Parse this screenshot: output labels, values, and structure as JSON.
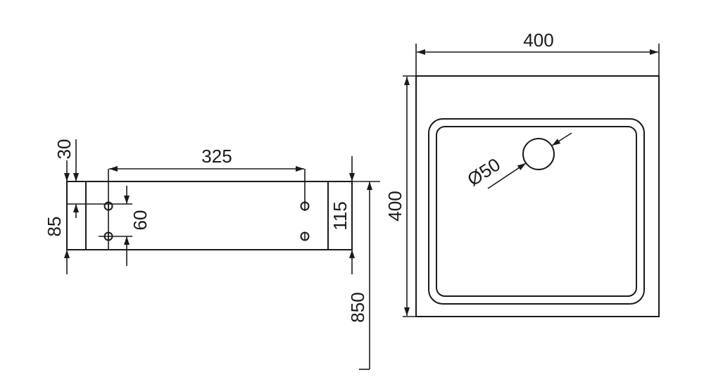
{
  "dimensions": {
    "top_offset": "30",
    "slot_spacing": "325",
    "side_height": "85",
    "slot_height": "60",
    "front_height": "115",
    "install_height": "850",
    "top_width": "400",
    "top_depth": "400",
    "drain_diameter": "Ø50"
  },
  "colors": {
    "line": "#1a1a1a",
    "background": "#ffffff"
  }
}
